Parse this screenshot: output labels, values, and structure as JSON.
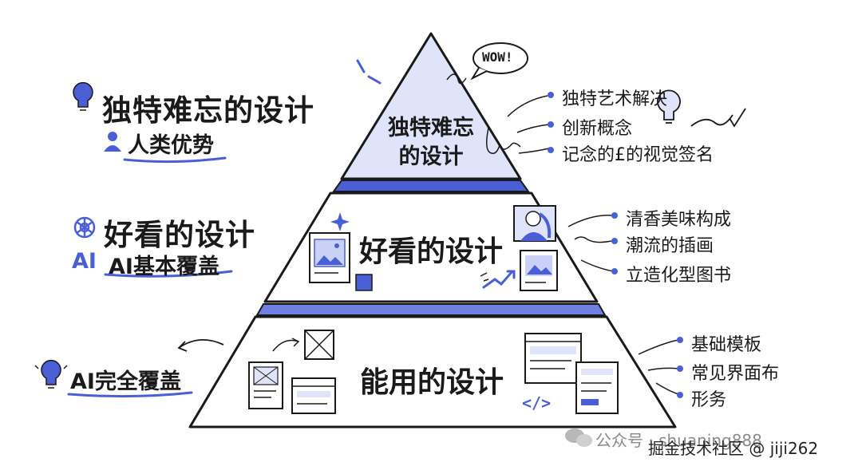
{
  "left": {
    "top_title": "独特难忘的设计",
    "top_sub": "人类优势",
    "mid_title": "好看的设计",
    "mid_badge": "AI",
    "mid_sub": "AI基本覆盖",
    "bottom_title": "AI完全覆盖"
  },
  "pyramid": {
    "top_line1": "独特难忘",
    "top_line2": "的设计",
    "wow": "WOW!",
    "middle": "好看的设计",
    "bottom": "能用的设计"
  },
  "right": {
    "top_items": [
      "独特艺术解决",
      "创新概念",
      "记念的£的视觉签名"
    ],
    "mid_items": [
      "清香美味构成",
      "潮流的插画",
      "立造化型图书"
    ],
    "bottom_items": [
      "基础模板",
      "常见界面布",
      "形务"
    ]
  },
  "watermark": {
    "back": "公众号 · shuaning888",
    "front": "掘金技术社区 @ jiji262"
  },
  "colors": {
    "accent": "#4a5fd6",
    "ink": "#1a1a1a",
    "top_fill": "#dfe4fb"
  }
}
